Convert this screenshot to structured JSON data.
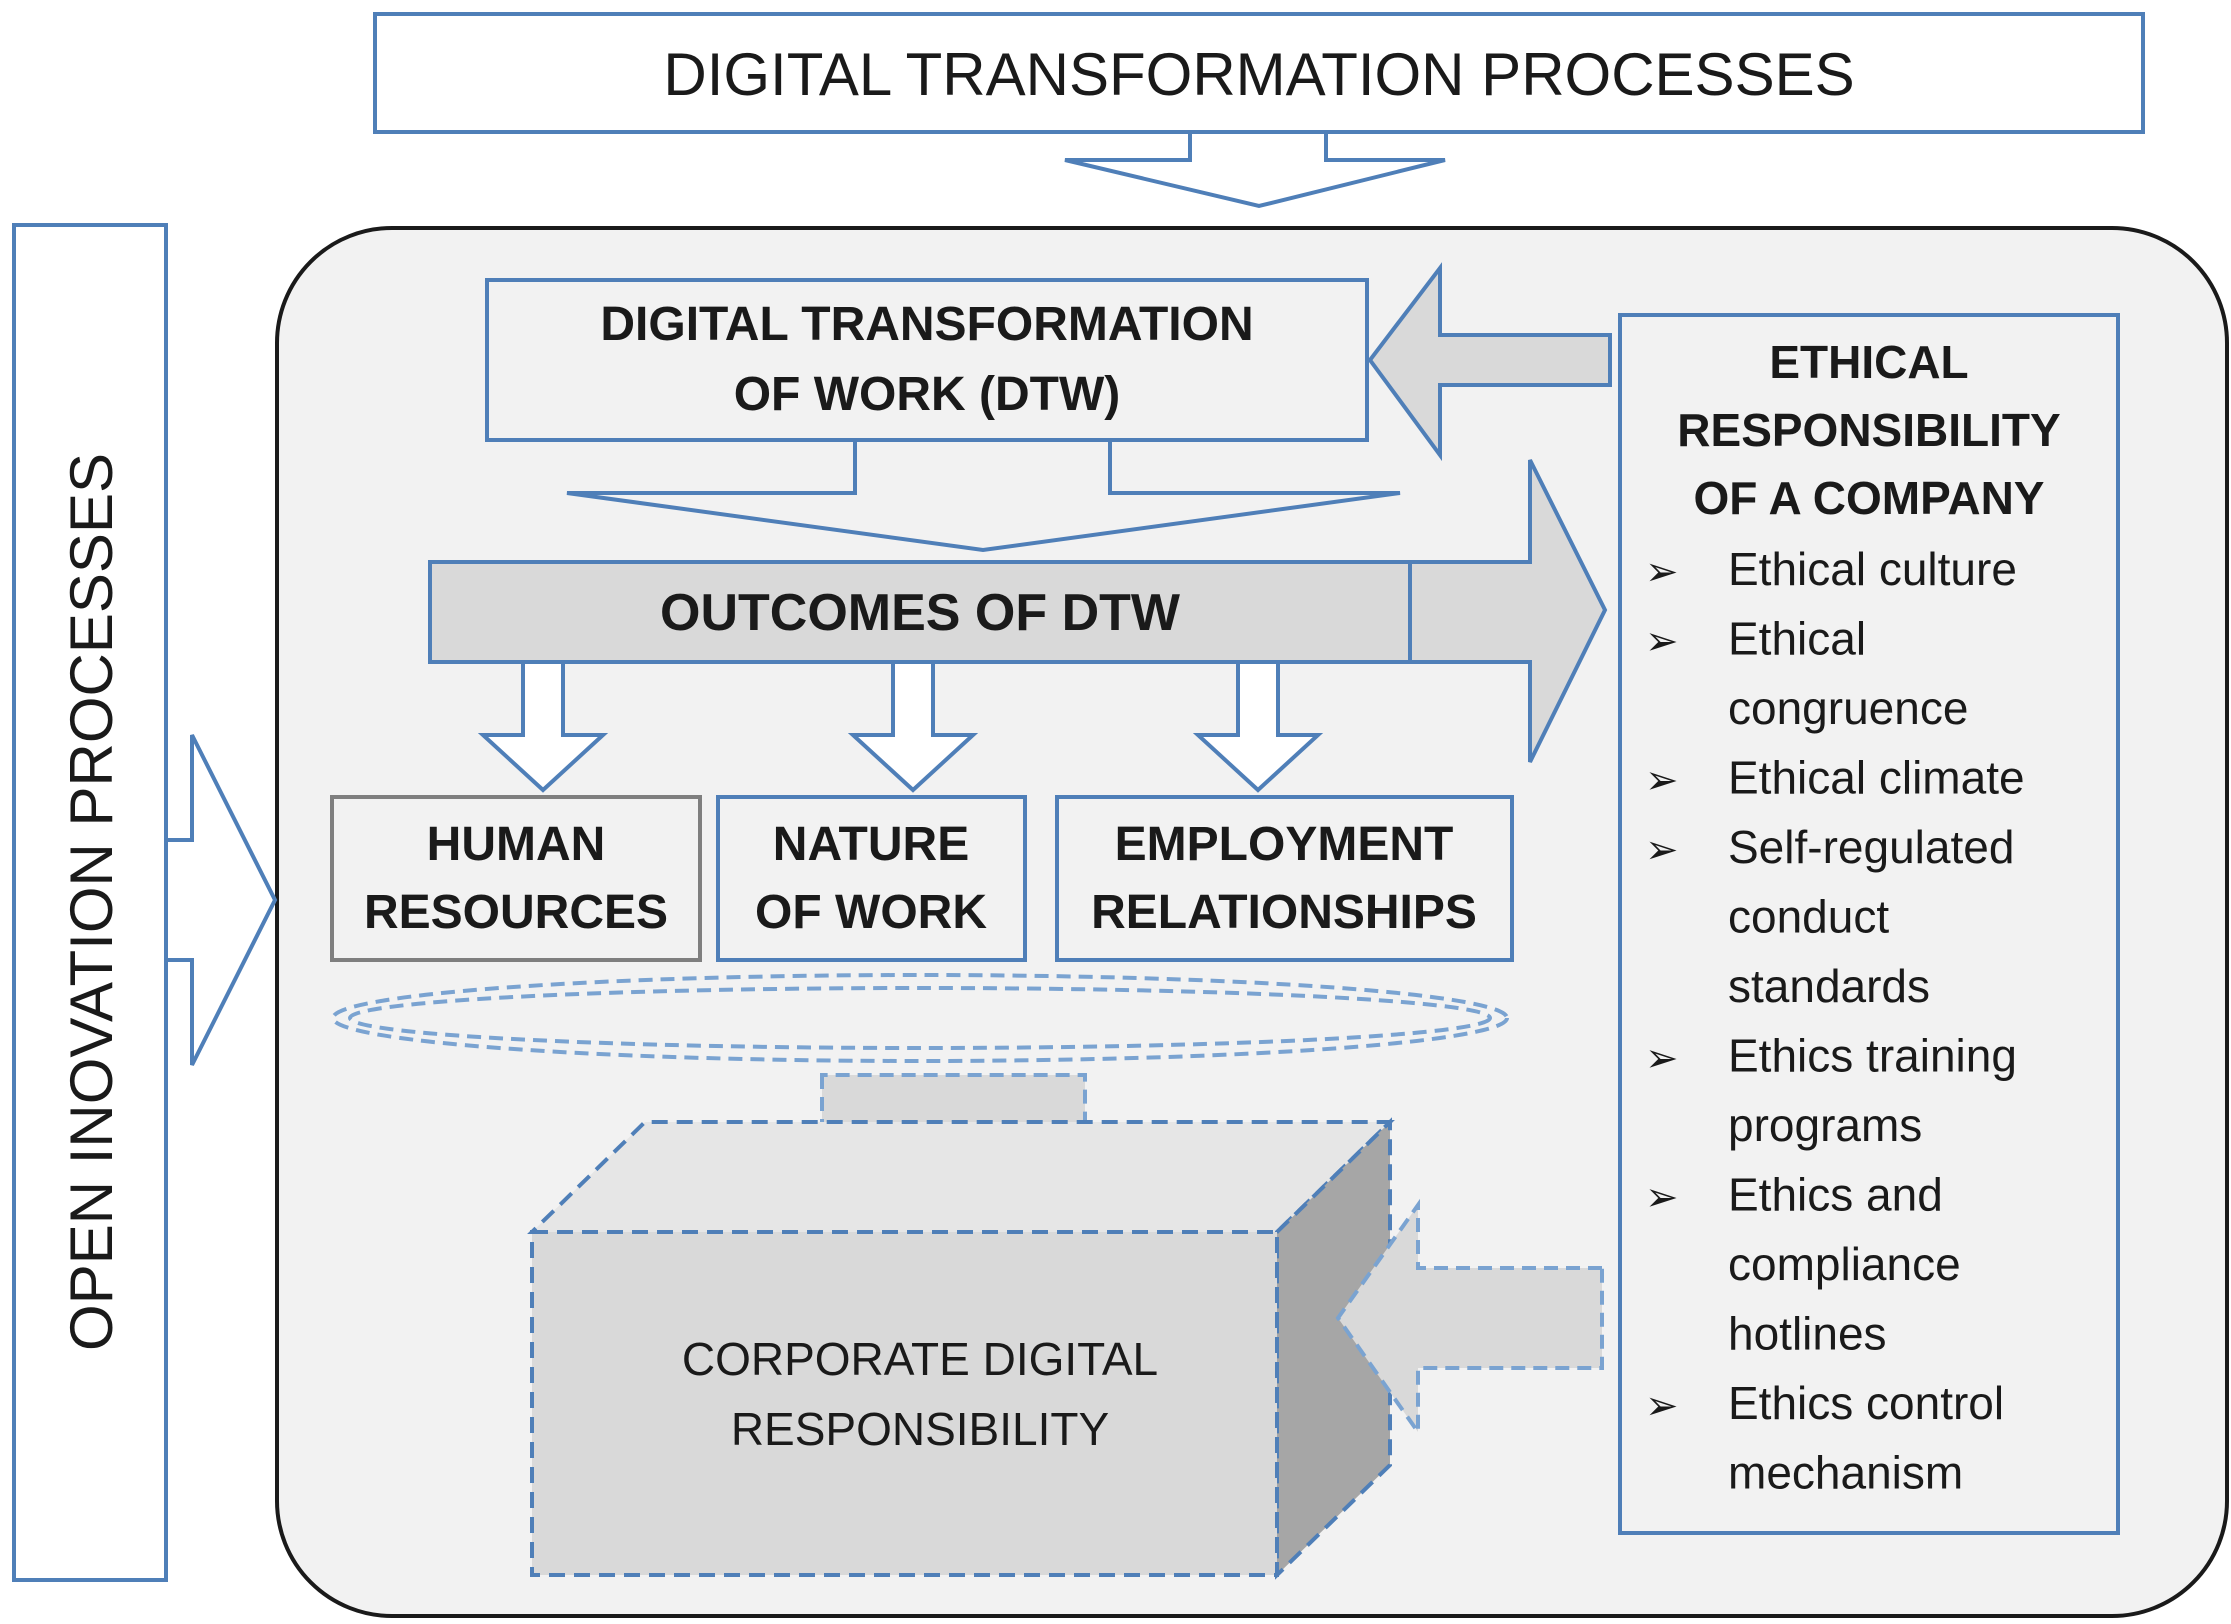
{
  "title_top": "DIGITAL TRANSFORMATION PROCESSES",
  "title_left": "OPEN INOVATION PROCESSES",
  "dtw": {
    "line1": "DIGITAL TRANSFORMATION",
    "line2": "OF WORK (DTW)"
  },
  "outcomes": "OUTCOMES OF DTW",
  "boxes": {
    "human": {
      "line1": "HUMAN",
      "line2": "RESOURCES"
    },
    "nature": {
      "line1": "NATURE",
      "line2": "OF WORK"
    },
    "employment": {
      "line1": "EMPLOYMENT",
      "line2": "RELATIONSHIPS"
    }
  },
  "cdr": {
    "line1": "CORPORATE DIGITAL",
    "line2": "RESPONSIBILITY"
  },
  "ethical": {
    "heading": [
      "ETHICAL",
      "RESPONSIBILITY",
      "OF A COMPANY"
    ],
    "items": [
      [
        "Ethical culture"
      ],
      [
        "Ethical",
        "congruence"
      ],
      [
        "Ethical climate"
      ],
      [
        "Self-regulated",
        "conduct",
        "standards"
      ],
      [
        "Ethics training",
        "programs"
      ],
      [
        "Ethics and",
        "compliance",
        "hotlines"
      ],
      [
        "Ethics control",
        "mechanism"
      ]
    ],
    "bullet": "➢"
  },
  "colors": {
    "blue": "#4f7fb8",
    "panel": "#f2f2f2",
    "gray": "#d9d9d9",
    "dark_gray": "#a6a6a6"
  }
}
